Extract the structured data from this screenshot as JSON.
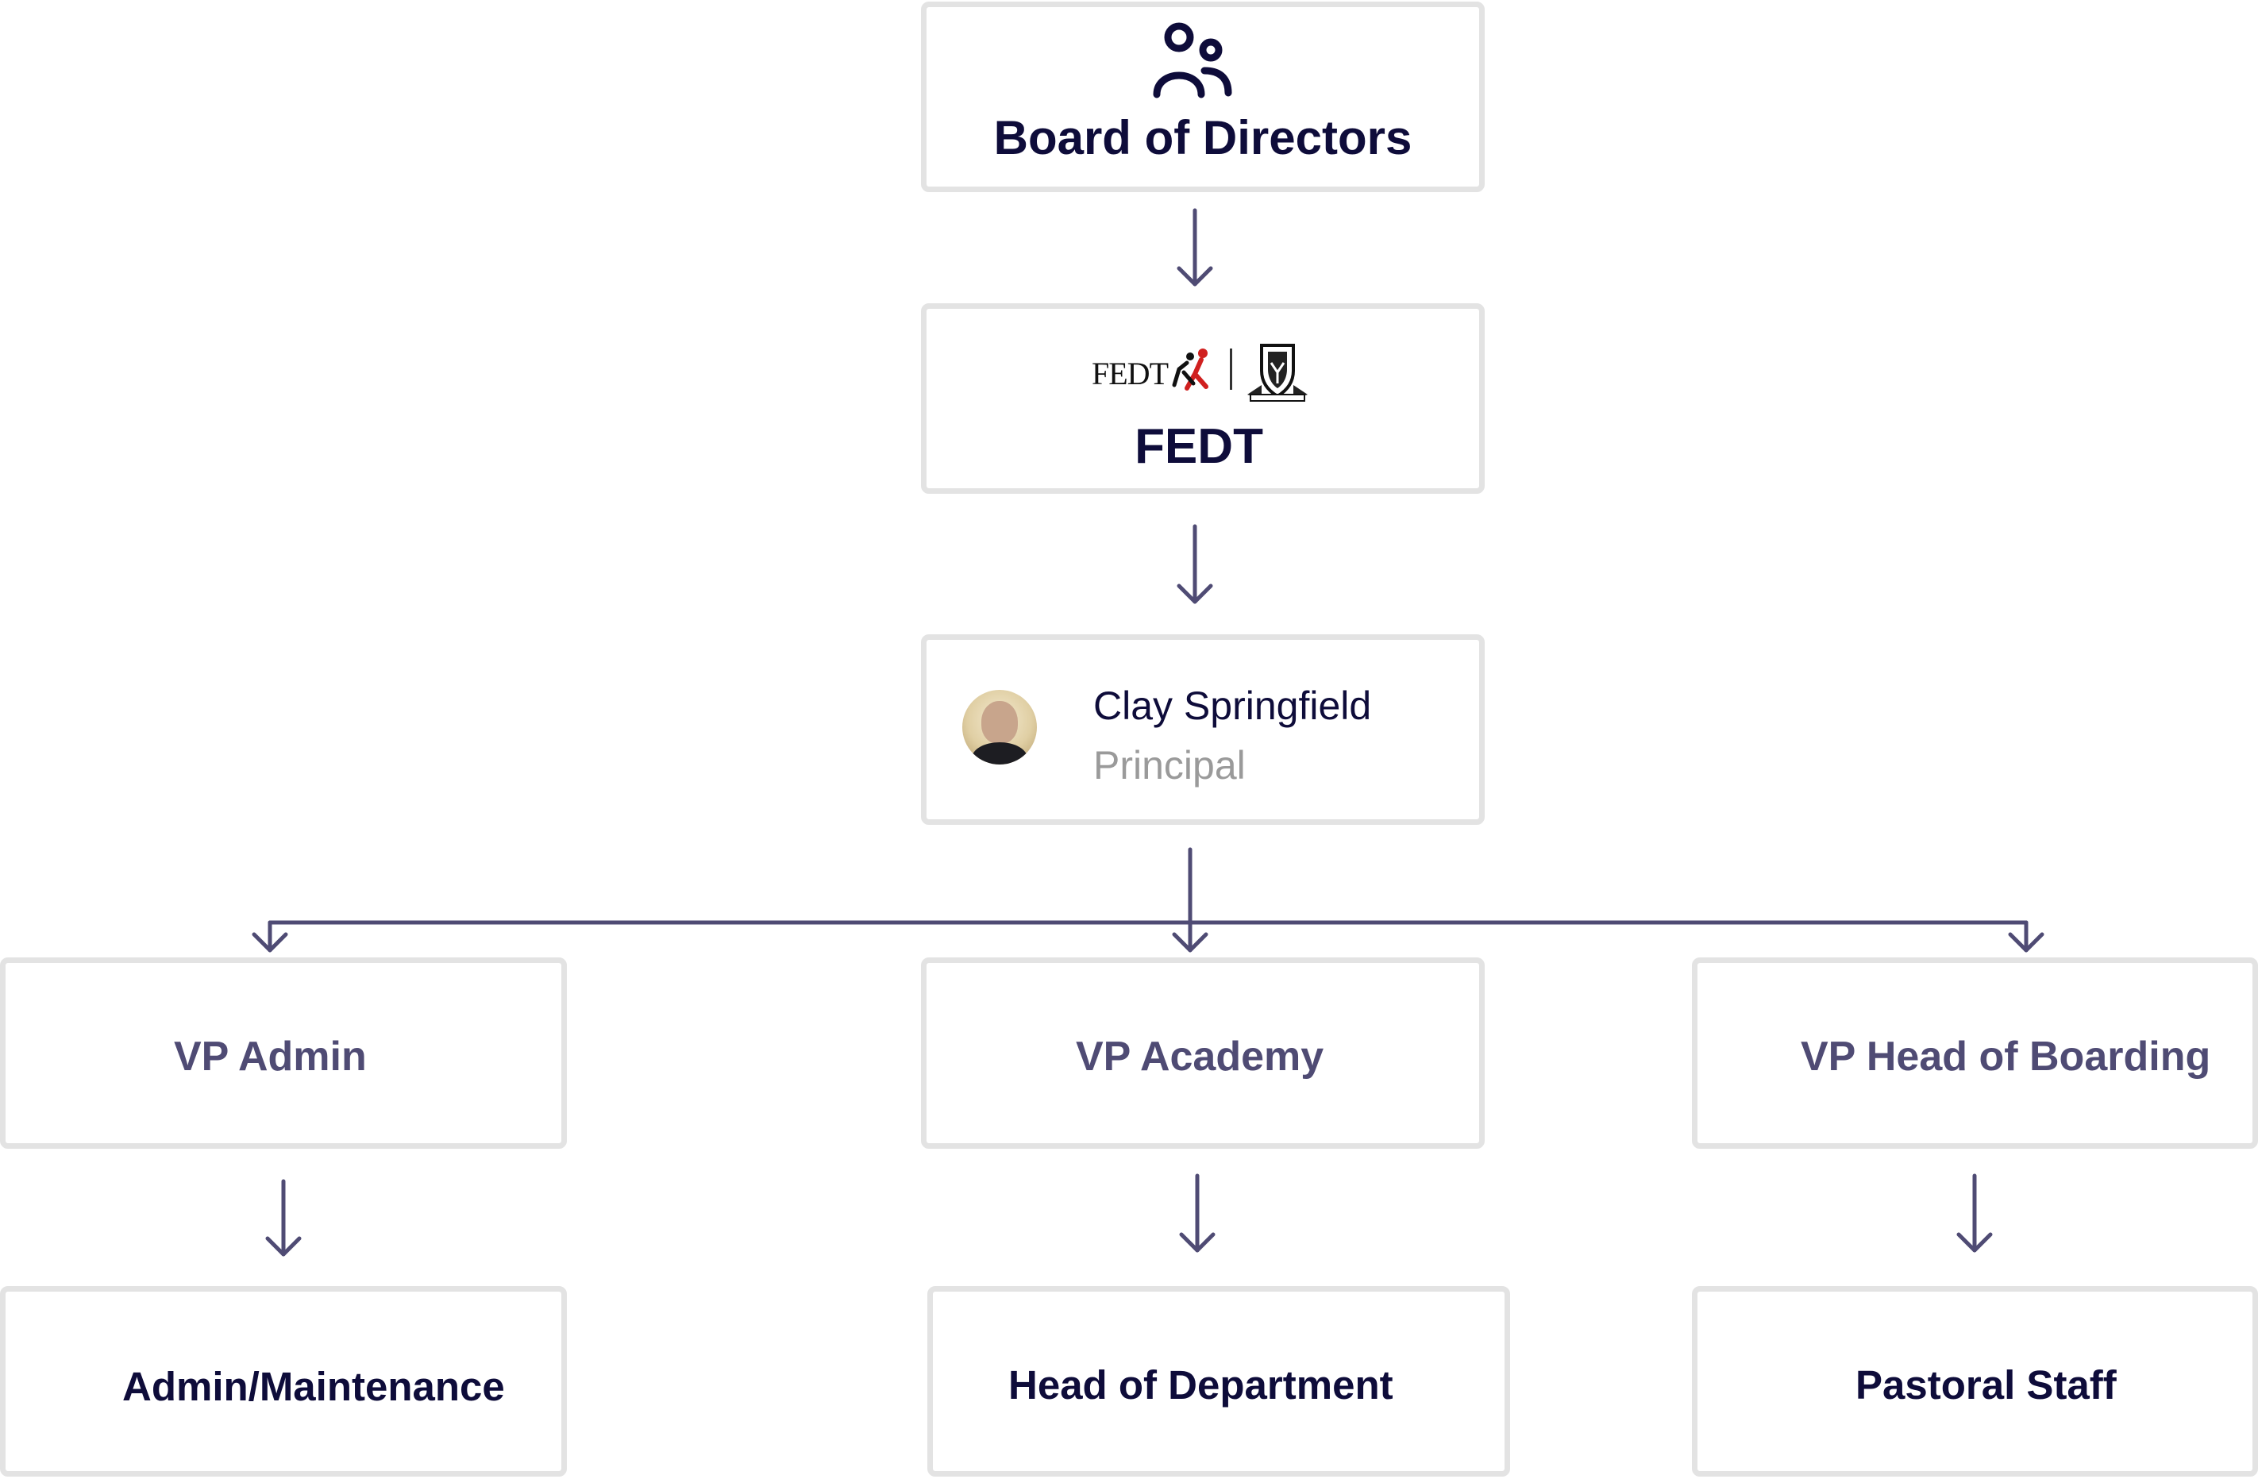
{
  "board": {
    "title": "Board of Directors",
    "icon": "people-icon"
  },
  "fedt": {
    "title": "FEDT",
    "logo_text": "FEDT",
    "logo_icon": "fedt-logo-icon",
    "crest_icon": "school-crest-icon"
  },
  "principal": {
    "name": "Clay Springfield",
    "role": "Principal",
    "avatar": "avatar"
  },
  "vps": [
    {
      "label": "VP Admin"
    },
    {
      "label": "VP Academy"
    },
    {
      "label": "VP Head of Boarding"
    }
  ],
  "teams": [
    {
      "label": "Admin/Maintenance"
    },
    {
      "label": "Head of Department"
    },
    {
      "label": "Pastoral Staff"
    }
  ],
  "colors": {
    "navy": "#0e0c3a",
    "connector": "#4f4b74",
    "border": "#e3e3e3",
    "muted": "#9a9a9a",
    "accent_red": "#d0201f"
  }
}
